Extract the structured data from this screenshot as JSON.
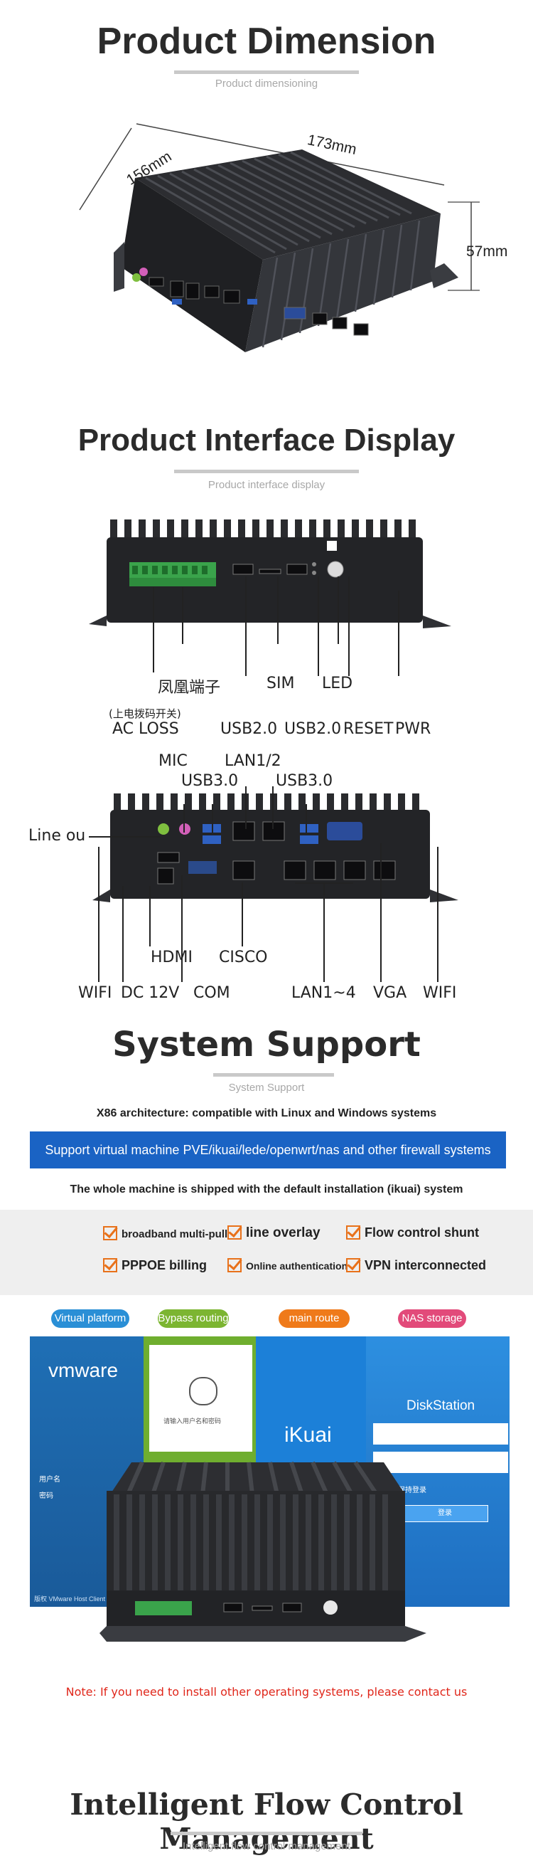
{
  "section1": {
    "title": "Product Dimension",
    "subtitle": "Product dimensioning",
    "dims": {
      "length": "173mm",
      "width": "156mm",
      "height": "57mm"
    }
  },
  "section2": {
    "title": "Product Interface Display",
    "subtitle": "Product interface display",
    "front_labels": {
      "phoenix": "凤凰端子",
      "power_note": "(上电拨码开关)",
      "ac_loss": "AC LOSS",
      "sim": "SIM",
      "led": "LED",
      "usb_left": "USB2.0",
      "usb_right": "USB2.0",
      "reset": "RESET",
      "pwr": "PWR"
    },
    "rear_labels": {
      "mic": "MIC",
      "lan12": "LAN1/2",
      "usb3_left": "USB3.0",
      "usb3_right": "USB3.0",
      "line_out": "Line ou",
      "hdmi": "HDMI",
      "cisco": "CISCO",
      "wifi_left": "WIFI",
      "dc": "DC 12V",
      "com": "COM",
      "lan14": "LAN1~4",
      "vga": "VGA",
      "wifi_right": "WIFI"
    }
  },
  "section3": {
    "title": "System Support",
    "subtitle": "System Support",
    "line1": "X86 architecture: compatible with Linux and Windows systems",
    "banner": "Support virtual machine PVE/ikuai/lede/openwrt/nas and other firewall systems",
    "line2": "The whole machine is shipped with the default installation (ikuai) system",
    "features": [
      "broadband multi-pull",
      "line overlay",
      "Flow control shunt",
      "PPPOE billing",
      "Online authentication",
      "VPN interconnected"
    ],
    "platforms": [
      {
        "label": "Virtual platform",
        "color": "#2a8fd6"
      },
      {
        "label": "Bypass routing",
        "color": "#7cb531"
      },
      {
        "label": "main route",
        "color": "#ef7a1a"
      },
      {
        "label": "NAS storage",
        "color": "#e24a7a"
      }
    ],
    "screens": {
      "vmware": "vmware",
      "vmware_user": "用户名",
      "vmware_pass": "密码",
      "vmware_footer": "版权 VMware Host Client",
      "router_text": "请输入用户名和密码",
      "ikuai": "iKuai",
      "diskstation": "DiskStation",
      "ds_remember": "保持登录",
      "ds_login": "登录"
    },
    "note": "Note: If you need to install other operating systems, please contact us"
  },
  "section4": {
    "title": "Intelligent Flow Control Management",
    "subtitle": "Intelligent flow control management"
  }
}
